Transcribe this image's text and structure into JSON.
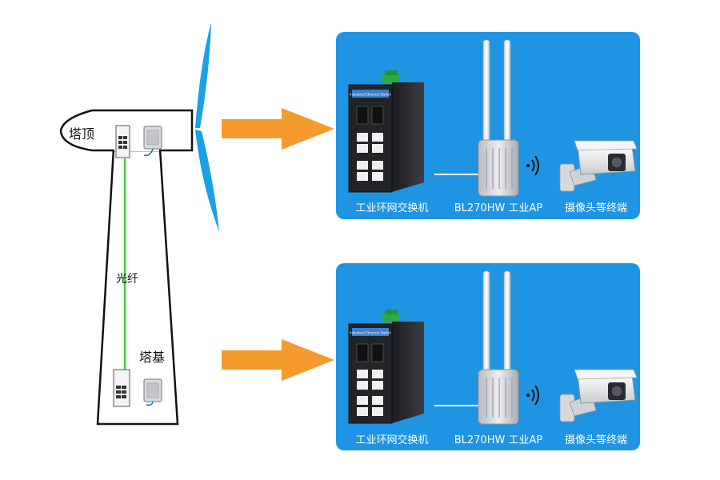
{
  "tower": {
    "top_label": "塔顶",
    "base_label": "塔基",
    "fiber_label": "光纤"
  },
  "panels": [
    {
      "switch_label": "工业环网交换机",
      "ap_label": "BL270HW 工业AP",
      "camera_label": "摄像头等终端",
      "switch_brand": "Industrial Ethernet Switch"
    },
    {
      "switch_label": "工业环网交换机",
      "ap_label": "BL270HW 工业AP",
      "camera_label": "摄像头等终端",
      "switch_brand": "Industrial Ethernet Switch"
    }
  ],
  "colors": {
    "panel": "#1f94e3",
    "arrow": "#f59a2c",
    "blade": "#1aa1e6",
    "fiber": "#3bd12f"
  }
}
